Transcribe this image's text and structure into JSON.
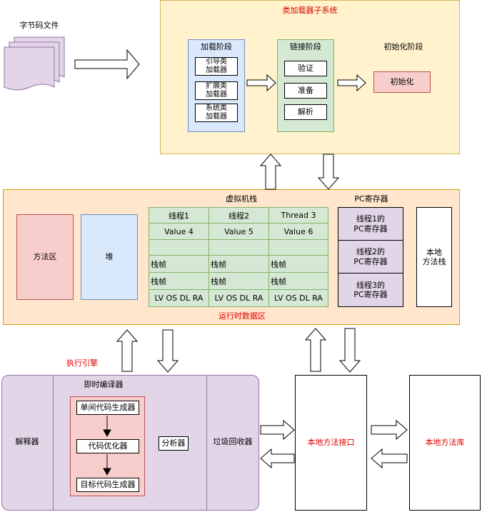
{
  "bytecode": {
    "label": "字节码文件"
  },
  "classloader": {
    "title": "类加载器子系统",
    "loading": {
      "title": "加载阶段",
      "items": [
        "引导类\n加载器",
        "扩展类\n加载器",
        "系统类\n加载器"
      ]
    },
    "linking": {
      "title": "链接阶段",
      "items": [
        "验证",
        "准备",
        "解析"
      ]
    },
    "init": {
      "title": "初始化阶段",
      "item": "初始化"
    }
  },
  "runtime": {
    "title": "运行时数据区",
    "method_area": "方法区",
    "heap": "堆",
    "vm_stack": {
      "title": "虚拟机栈",
      "threads": [
        "线程1",
        "线程2",
        "Thread 3"
      ],
      "values": [
        "Value 4",
        "Value 5",
        "Value 6"
      ],
      "frame": "栈帧",
      "frame_parts": "LV OS DL RA"
    },
    "pc": {
      "title": "PC寄存器",
      "items": [
        "线程1的\nPC寄存器",
        "线程2的\nPC寄存器",
        "线程3的\nPC寄存器"
      ]
    },
    "native_stack": "本地\n方法栈"
  },
  "engine": {
    "title": "执行引擎",
    "interpreter": "解释器",
    "jit": {
      "title": "即时编译器",
      "steps": [
        "单间代码生成器",
        "代码优化器",
        "目标代码生成器"
      ],
      "analyzer": "分析器"
    },
    "gc": "垃圾回收器"
  },
  "native_interface": "本地方法接口",
  "native_library": "本地方法库",
  "colors": {
    "classloader_bg": "#fff2cc",
    "classloader_border": "#d6b656",
    "runtime_bg": "#ffe6cc",
    "runtime_border": "#d79b00",
    "method_area_bg": "#f8cecc",
    "heap_bg": "#dae8fc",
    "loading_bg": "#dae8fc",
    "linking_bg": "#d5e8d4",
    "pc_bg": "#e1d5e7",
    "engine_bg": "#e1d5e7",
    "engine_border": "#9673a6",
    "accent_red": "#e00000"
  }
}
